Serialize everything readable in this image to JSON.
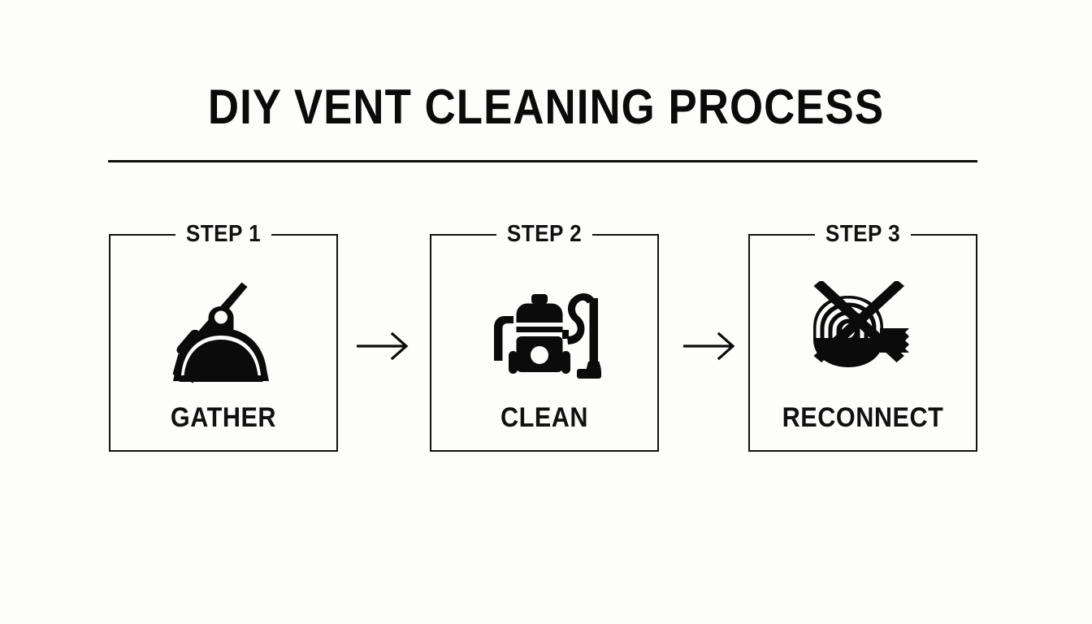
{
  "page": {
    "title": "DIY VENT CLEANING PROCESS",
    "background_color": "#fdfdfc",
    "ink_color": "#111111"
  },
  "divider": {
    "name": "title-underline"
  },
  "steps": [
    {
      "tag": "STEP 1",
      "label": "GATHER",
      "icon": "broom-and-dustpan-icon"
    },
    {
      "tag": "STEP 2",
      "label": "CLEAN",
      "icon": "vacuum-cleaner-icon"
    },
    {
      "tag": "STEP 3",
      "label": "RECONNECT",
      "icon": "no-duct-tape-icon"
    }
  ],
  "connectors": [
    {
      "name": "arrow-step1-to-step2",
      "glyph": "right-arrow-icon"
    },
    {
      "name": "arrow-step2-to-step3",
      "glyph": "right-arrow-icon"
    }
  ]
}
